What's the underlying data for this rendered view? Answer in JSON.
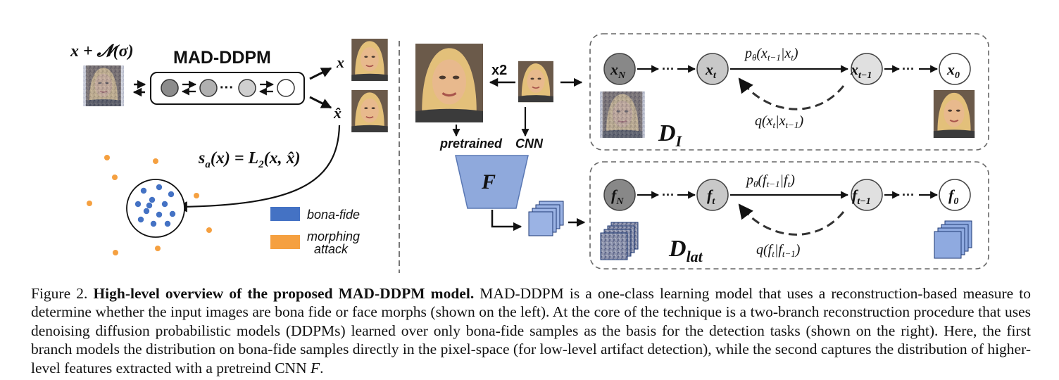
{
  "left": {
    "input_label": "x + 𝓝(σ)",
    "model_title": "MAD-DDPM",
    "x_label": "x",
    "xhat_label": "x̂",
    "score_lhs": "s",
    "score_sub": "a",
    "score_rhs": "(x) = L",
    "score_sub2": "2",
    "score_end": "(x, x̂)",
    "legend": [
      {
        "label": "bona-fide",
        "color": "#4472c4"
      },
      {
        "label": "morphing attack",
        "color": "#f5a040"
      }
    ],
    "legend_morph_line1": "morphing",
    "legend_morph_line2": "attack"
  },
  "middle": {
    "x2_label": "x2",
    "pretrained_label": "pretrained",
    "cnn_label": "CNN",
    "f_label": "F"
  },
  "branch_image": {
    "label_main": "D",
    "label_sub": "I",
    "nodes": [
      {
        "main": "x",
        "sub": "N"
      },
      {
        "main": "x",
        "sub": "t"
      },
      {
        "main": "x",
        "sub": "t−1"
      },
      {
        "main": "x",
        "sub": "0"
      }
    ],
    "forward_label": "p",
    "forward_sub": "θ",
    "forward_arg": "(x",
    "forward_arg_sub": "t−1",
    "forward_arg_mid": "|x",
    "forward_arg_sub2": "t",
    "forward_arg_end": ")",
    "reverse_label": "q(x",
    "reverse_sub": "t",
    "reverse_mid": "|x",
    "reverse_sub2": "t−1",
    "reverse_end": ")"
  },
  "branch_latent": {
    "label_main": "D",
    "label_sub": "lat",
    "nodes": [
      {
        "main": "f",
        "sub": "N"
      },
      {
        "main": "f",
        "sub": "t"
      },
      {
        "main": "f",
        "sub": "t−1"
      },
      {
        "main": "f",
        "sub": "0"
      }
    ],
    "forward_label": "p",
    "forward_sub": "θ",
    "forward_arg": "(f",
    "forward_arg_sub": "t−1",
    "forward_arg_mid": "|f",
    "forward_arg_sub2": "t",
    "forward_arg_end": ")",
    "reverse_label": "q(f",
    "reverse_sub": "t",
    "reverse_mid": "|f",
    "reverse_sub2": "t−1",
    "reverse_end": ")"
  },
  "caption": {
    "prefix": "Figure 2.",
    "title": "High-level overview of the proposed MAD-DDPM model.",
    "body": "MAD-DDPM is a one-class learning model that uses a reconstruction-based measure to determine whether the input images are bona fide or face morphs (shown on the left). At the core of the technique is a two-branch reconstruction procedure that uses denoising diffusion probabilistic models (DDPMs) learned over only bona-fide samples as the basis for the detection tasks (shown on the right). Here, the first branch models the distribution on bona-fide samples directly in the pixel-space (for low-level artifact detection), while the second captures the distribution of higher-level features extracted with a pretreind CNN",
    "end_symbol": "F",
    "end_period": "."
  }
}
